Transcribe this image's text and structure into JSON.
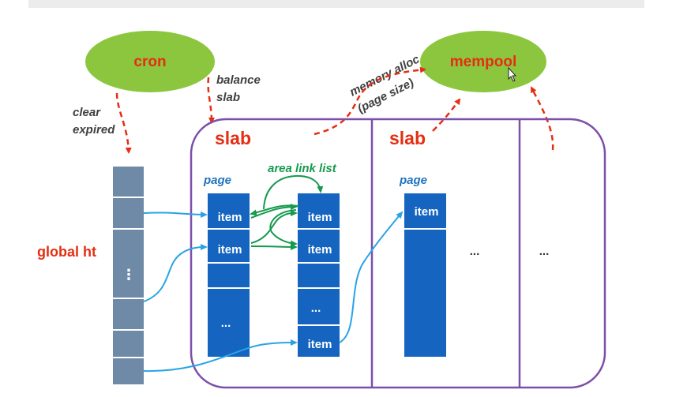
{
  "colors": {
    "cron_fill": "#8cc63f",
    "mempool_fill": "#8cc63f",
    "red_text": "#e52e12",
    "dark_text": "#404040",
    "page_blue": "#1565c0",
    "label_blue": "#1e73be",
    "arrow_blue": "#29a3e6",
    "green": "#169a4e",
    "purple": "#7d4fa8",
    "ht_fill": "#6e8aa7",
    "top_bar": "#ececec"
  },
  "cron": {
    "label": "cron"
  },
  "mempool": {
    "label": "mempool"
  },
  "notes": {
    "balance_line1": "balance",
    "balance_line2": "slab",
    "clear_line1": "clear",
    "clear_line2": "expired",
    "memory_line1": "memory alloc",
    "memory_line2": "(page size)"
  },
  "global_ht": {
    "label": "global ht",
    "ellipsis": "⋮"
  },
  "slab1": {
    "title": "slab",
    "page_label": "page",
    "area_link_label": "area link list",
    "page1_items": [
      "item",
      "item"
    ],
    "page1_ellipsis": "...",
    "page2_items": [
      "item",
      "item"
    ],
    "page2_ellipsis": "...",
    "page2_last_item": "item"
  },
  "slab2": {
    "title": "slab",
    "page_label": "page",
    "item": "item"
  },
  "col3": {
    "ellipsis": "..."
  },
  "col4": {
    "ellipsis": "..."
  }
}
